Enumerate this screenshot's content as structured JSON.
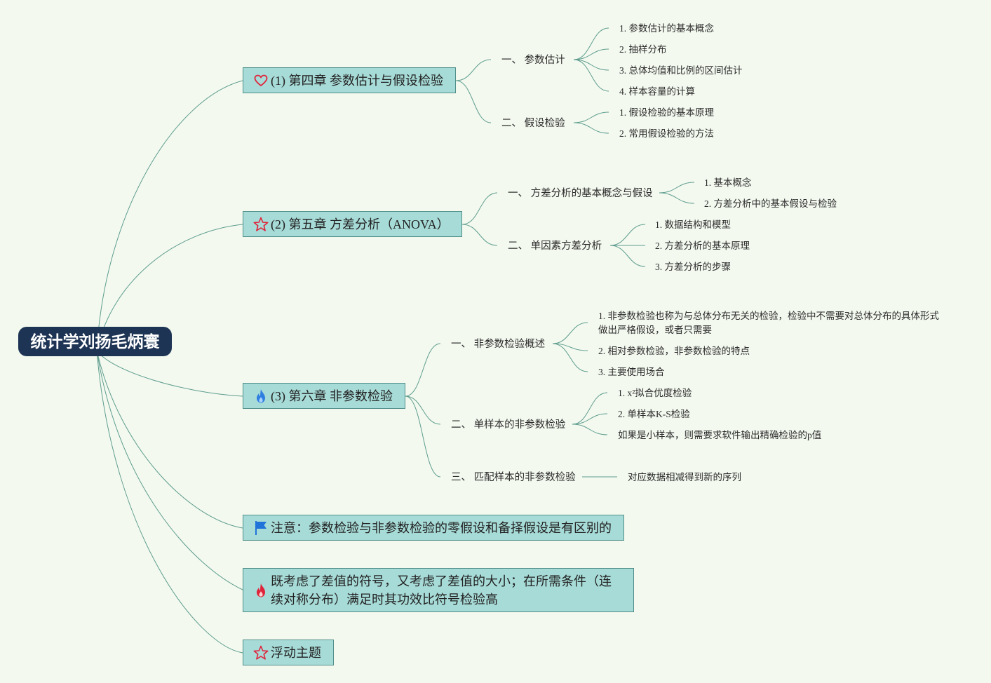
{
  "root": "统计学刘扬毛炳寰",
  "topics": [
    {
      "icon": "heart-icon",
      "label": "(1) 第四章 参数估计与假设检验",
      "subs": [
        {
          "label": "一、 参数估计",
          "leaves": [
            "1. 参数估计的基本概念",
            "2. 抽样分布",
            "3. 总体均值和比例的区间估计",
            "4. 样本容量的计算"
          ]
        },
        {
          "label": "二、 假设检验",
          "leaves": [
            "1. 假设检验的基本原理",
            "2. 常用假设检验的方法"
          ]
        }
      ]
    },
    {
      "icon": "star-icon",
      "label": "(2) 第五章 方差分析（ANOVA）",
      "subs": [
        {
          "label": "一、 方差分析的基本概念与假设",
          "leaves": [
            "1. 基本概念",
            "2. 方差分析中的基本假设与检验"
          ]
        },
        {
          "label": "二、 单因素方差分析",
          "leaves": [
            "1. 数据结构和模型",
            "2. 方差分析的基本原理",
            "3. 方差分析的步骤"
          ]
        }
      ]
    },
    {
      "icon": "flame-blue-icon",
      "label": "(3) 第六章 非参数检验",
      "subs": [
        {
          "label": "一、 非参数检验概述",
          "leaves": [
            "1. 非参数检验也称为与总体分布无关的检验，检验中不需要对总体分布的具体形式做出严格假设，或者只需要",
            "2. 相对参数检验，非参数检验的特点",
            "3. 主要使用场合"
          ]
        },
        {
          "label": "二、 单样本的非参数检验",
          "leaves": [
            "1. x²拟合优度检验",
            "2. 单样本K-S检验",
            "如果是小样本，则需要求软件输出精确检验的p值"
          ]
        },
        {
          "label": "三、 匹配样本的非参数检验",
          "leaves": [
            "对应数据相减得到新的序列"
          ]
        }
      ]
    },
    {
      "icon": "flag-icon",
      "label": "注意：参数检验与非参数检验的零假设和备择假设是有区别的",
      "subs": []
    },
    {
      "icon": "flame-red-icon",
      "label": "既考虑了差值的符号，又考虑了差值的大小；在所需条件（连续对称分布）满足时其功效比符号检验高",
      "subs": []
    },
    {
      "icon": "star-icon",
      "label": "浮动主题",
      "subs": []
    }
  ],
  "colors": {
    "background": "#f3f9ef",
    "root": "#1e3454",
    "topic": "#a7dbd7",
    "topic_border": "#4f8e89",
    "line": "#5f9d8f"
  }
}
